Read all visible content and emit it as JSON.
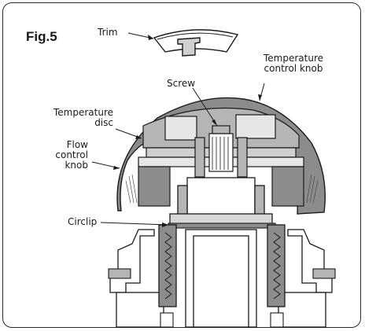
{
  "figure": {
    "title": "Fig.5"
  },
  "labels": {
    "trim": "Trim",
    "screw": "Screw",
    "temp_knob_line1": "Temperature",
    "temp_knob_line2": "control knob",
    "temp_disc_line1": "Temperature",
    "temp_disc_line2": "disc",
    "flow_line1": "Flow",
    "flow_line2": "control",
    "flow_line3": "knob",
    "circlip": "Circlip"
  },
  "colors": {
    "dark_part": "#8c8c8c",
    "mid_part": "#b5b5b5",
    "light_part": "#e6e6e6",
    "line": "#1a1a1a"
  }
}
